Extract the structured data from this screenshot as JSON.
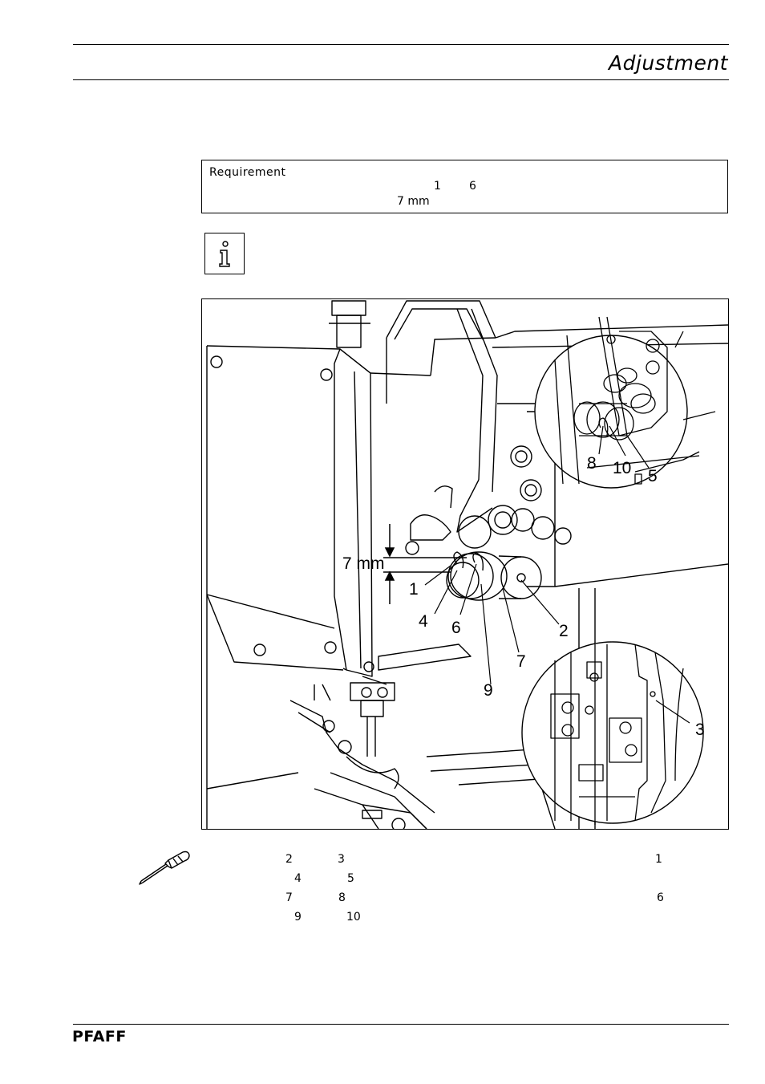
{
  "header": {
    "title": "Adjustment"
  },
  "requirement": {
    "label": "Requirement",
    "ref_a": "1",
    "ref_b": "6",
    "distance": "7 mm"
  },
  "figure": {
    "callouts": {
      "c1": "1",
      "c2": "2",
      "c3": "3",
      "c4": "4",
      "c5": "5",
      "c6": "6",
      "c7": "7",
      "c8": "8",
      "c9": "9",
      "c10": "10",
      "dim": "7 mm"
    }
  },
  "steps": [
    {
      "left_a": "2",
      "left_b": "3",
      "right": "1"
    },
    {
      "left_a": "4",
      "left_b": "5",
      "right": ""
    },
    {
      "left_a": "7",
      "left_b": "8",
      "right": "6"
    },
    {
      "left_a": "9",
      "left_b": "10",
      "right": ""
    }
  ],
  "footer": {
    "brand": "PFAFF"
  }
}
